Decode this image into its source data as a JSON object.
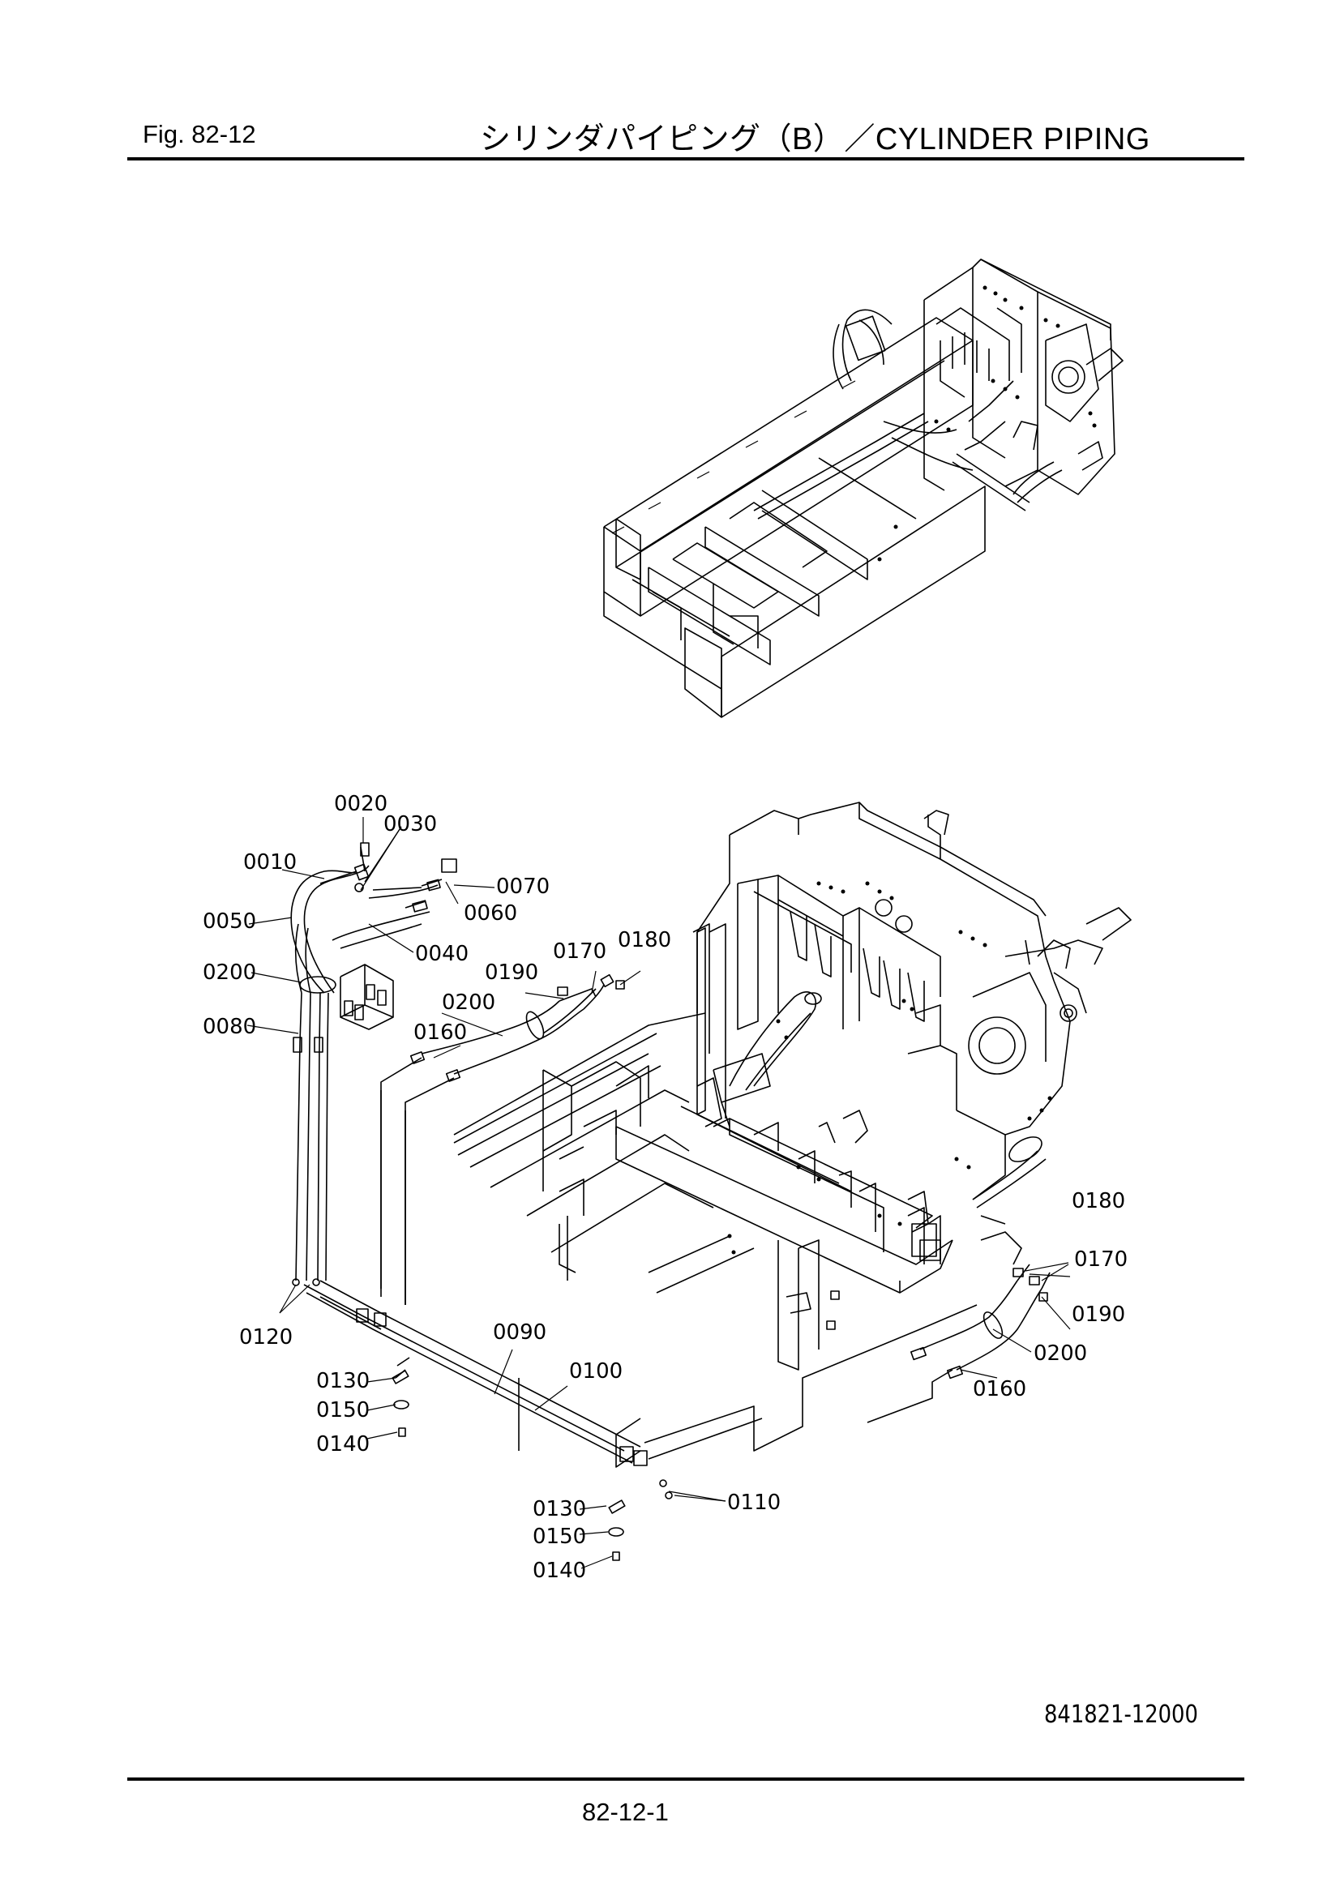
{
  "header": {
    "fig_label": "Fig.  82-12",
    "title": "シリンダパイピング（B）／CYLINDER PIPING"
  },
  "overview_drawing": {
    "icon": "frame-overview-illustration"
  },
  "main_drawing": {
    "icon": "cylinder-piping-exploded-illustration",
    "callouts": [
      "0010",
      "0020",
      "0030",
      "0040",
      "0050",
      "0060",
      "0070",
      "0080",
      "0090",
      "0100",
      "0110",
      "0120",
      "0130",
      "0140",
      "0150",
      "0160",
      "0170",
      "0180",
      "0190",
      "0200"
    ]
  },
  "footer": {
    "drawing_number": "841821-12000",
    "page_number": "82-12-1"
  }
}
